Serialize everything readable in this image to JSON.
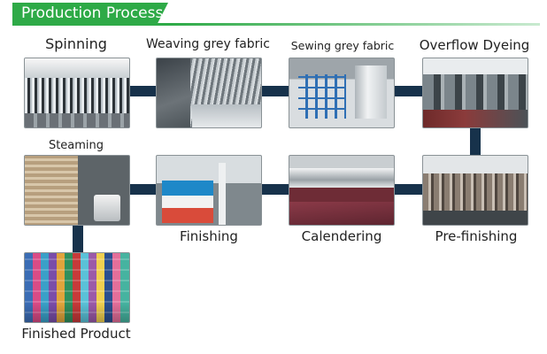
{
  "header": {
    "title": "Production Process"
  },
  "steps": [
    {
      "label": "Spinning"
    },
    {
      "label": "Weaving grey fabric"
    },
    {
      "label": "Sewing grey fabric"
    },
    {
      "label": "Overflow Dyeing"
    },
    {
      "label": "Pre-finishing"
    },
    {
      "label": "Calendering"
    },
    {
      "label": "Finishing"
    },
    {
      "label": "Steaming"
    },
    {
      "label": "Finished Product"
    }
  ],
  "colors": {
    "accent": "#2eaa47",
    "connector": "#17324b"
  }
}
